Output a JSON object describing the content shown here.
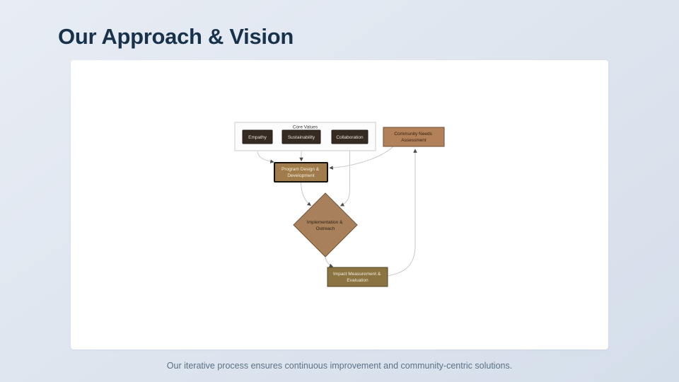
{
  "slide": {
    "title": "Our Approach & Vision",
    "footer": "Our iterative process ensures continuous improvement and community-centric solutions."
  },
  "diagram": {
    "type": "flowchart",
    "container": {
      "label": "Core Values"
    },
    "nodes": {
      "empathy": {
        "label": "Empathy",
        "shape": "rect"
      },
      "sustainability": {
        "label": "Sustainability",
        "shape": "rect"
      },
      "collaboration": {
        "label": "Collaboration",
        "shape": "rect"
      },
      "community_needs": {
        "line1": "Community Needs",
        "line2": "Assessment",
        "shape": "rect"
      },
      "program_design": {
        "line1": "Program Design &",
        "line2": "Development",
        "shape": "rect"
      },
      "implementation": {
        "line1": "Implementation &",
        "line2": "Outreach",
        "shape": "diamond"
      },
      "impact": {
        "line1": "Impact Measurement &",
        "line2": "Evaluation",
        "shape": "rect"
      }
    },
    "edges": [
      {
        "from": "empathy",
        "to": "program_design"
      },
      {
        "from": "sustainability",
        "to": "program_design"
      },
      {
        "from": "collaboration",
        "to": "implementation"
      },
      {
        "from": "community_needs",
        "to": "program_design"
      },
      {
        "from": "program_design",
        "to": "implementation"
      },
      {
        "from": "implementation",
        "to": "impact"
      },
      {
        "from": "impact",
        "to": "community_needs"
      }
    ]
  },
  "colors": {
    "title_color": "#18324b",
    "footer_color": "#5c7186",
    "card_bg": "#ffffff",
    "bg_top": "#e8edf4",
    "bg_mid": "#dde4ee",
    "bg_bottom": "#d4deea",
    "edge_line": "#c7c9cb",
    "arrowhead": "#4f4a44",
    "container_fill": "#fcfcfc",
    "container_border": "#cbcbcb",
    "value_fill": "#362b23",
    "value_border": "#241a14",
    "value_text": "#e8e2da",
    "cna_fill": "#b28059",
    "cna_border": "#6d4e35",
    "cna_text": "#38230f",
    "pdd_fill": "#a07c4c",
    "pdd_border": "#16130e",
    "pdd_text": "#f3edda",
    "diamond_fill": "#a8805c",
    "diamond_border": "#70543a",
    "diamond_text": "#2f2213",
    "impact_fill": "#8b7342",
    "impact_border": "#544526",
    "impact_text": "#f1ecdc"
  }
}
